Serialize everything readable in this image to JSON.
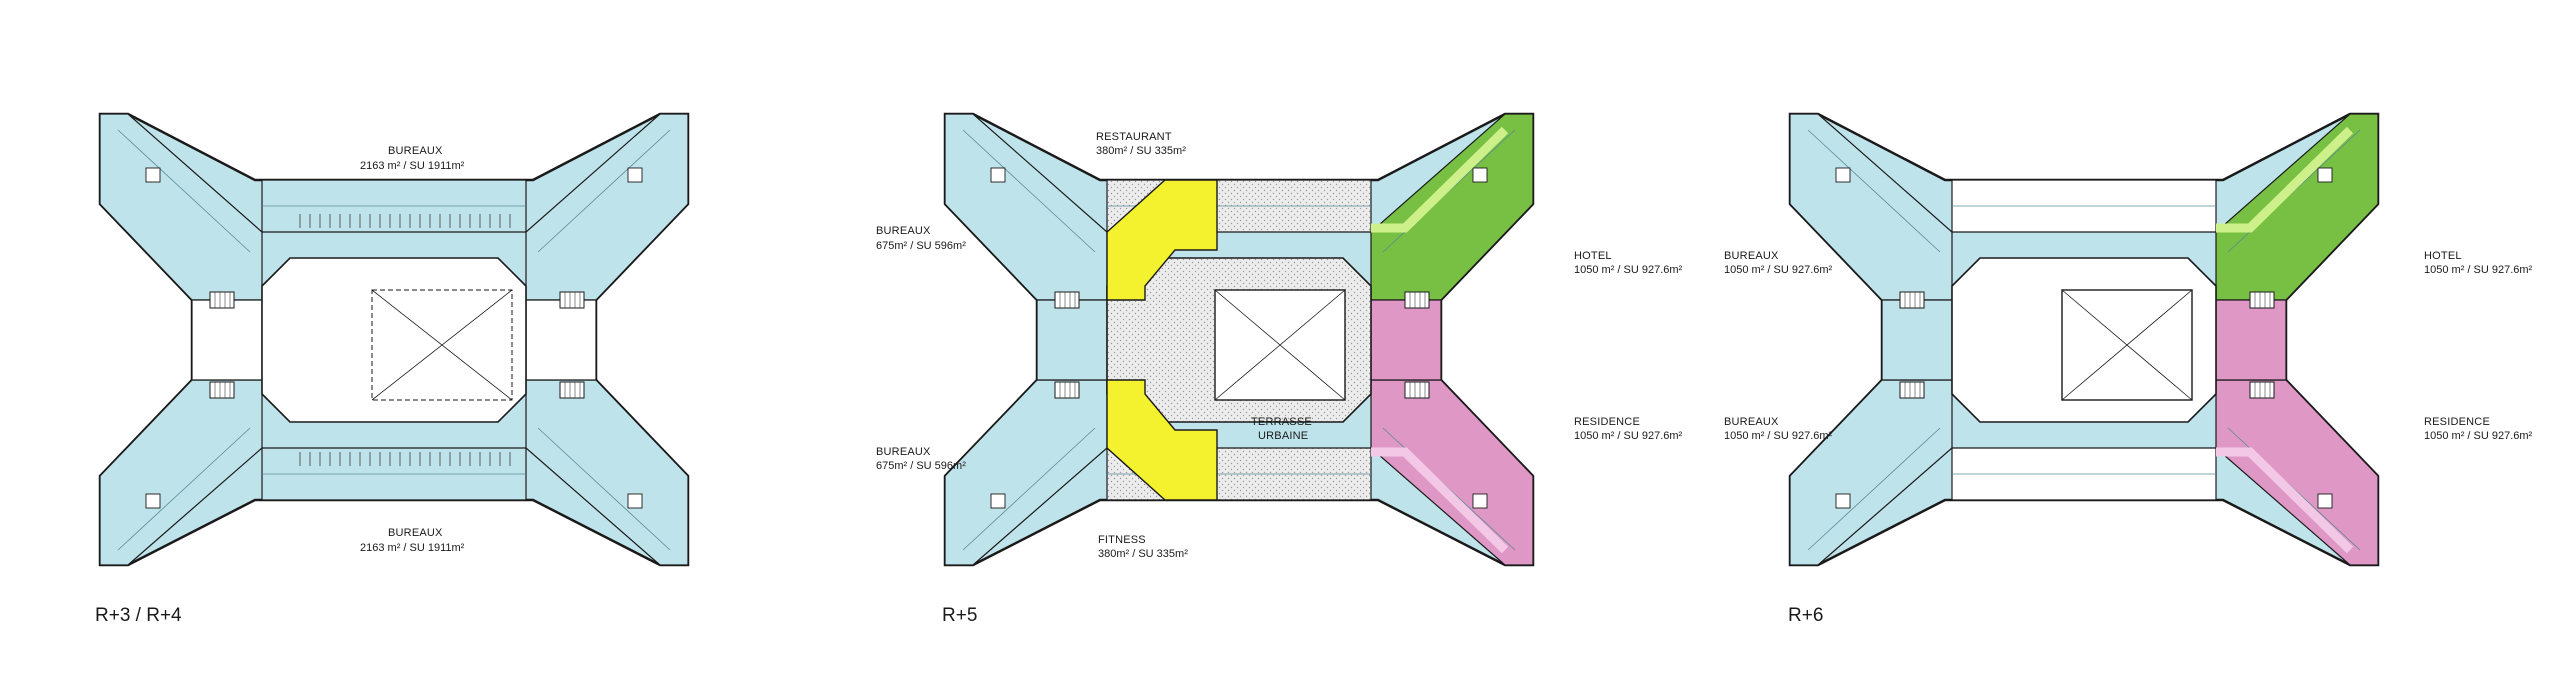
{
  "colors": {
    "office": "#bfe3ea",
    "restaurant": "#f4f22f",
    "hotel": "#78c043",
    "hotel_corridor": "#cdf08a",
    "residence": "#df98c6",
    "residence_corridor": "#f3c8e6",
    "terrace": "#e9e9e9",
    "outline": "#1a1a1a"
  },
  "plans": [
    {
      "floor_label": "R+3 / R+4",
      "labels": {
        "top_name": "BUREAUX",
        "top_area": "2163 m² / SU 1911m²",
        "bottom_name": "BUREAUX",
        "bottom_area": "2163 m² / SU 1911m²"
      }
    },
    {
      "floor_label": "R+5",
      "labels": {
        "restaurant_name": "RESTAURANT",
        "restaurant_area": "380m² / SU 335m²",
        "office_top_name": "BUREAUX",
        "office_top_area": "675m² / SU 596m²",
        "office_bottom_name": "BUREAUX",
        "office_bottom_area": "675m² / SU 596m²",
        "terrace_line1": "TERRASSE",
        "terrace_line2": "URBAINE",
        "fitness_name": "FITNESS",
        "fitness_area": "380m² / SU 335m²",
        "hotel_name": "HOTEL",
        "hotel_area": "1050 m² / SU 927.6m²",
        "residence_name": "RESIDENCE",
        "residence_area": "1050 m² / SU 927.6m²"
      }
    },
    {
      "floor_label": "R+6",
      "labels": {
        "office_top_name": "BUREAUX",
        "office_top_area": "1050 m² / SU 927.6m²",
        "office_bottom_name": "BUREAUX",
        "office_bottom_area": "1050 m² / SU 927.6m²",
        "hotel_name": "HOTEL",
        "hotel_area": "1050 m² / SU 927.6m²",
        "residence_name": "RESIDENCE",
        "residence_area": "1050 m² / SU 927.6m²"
      }
    }
  ]
}
